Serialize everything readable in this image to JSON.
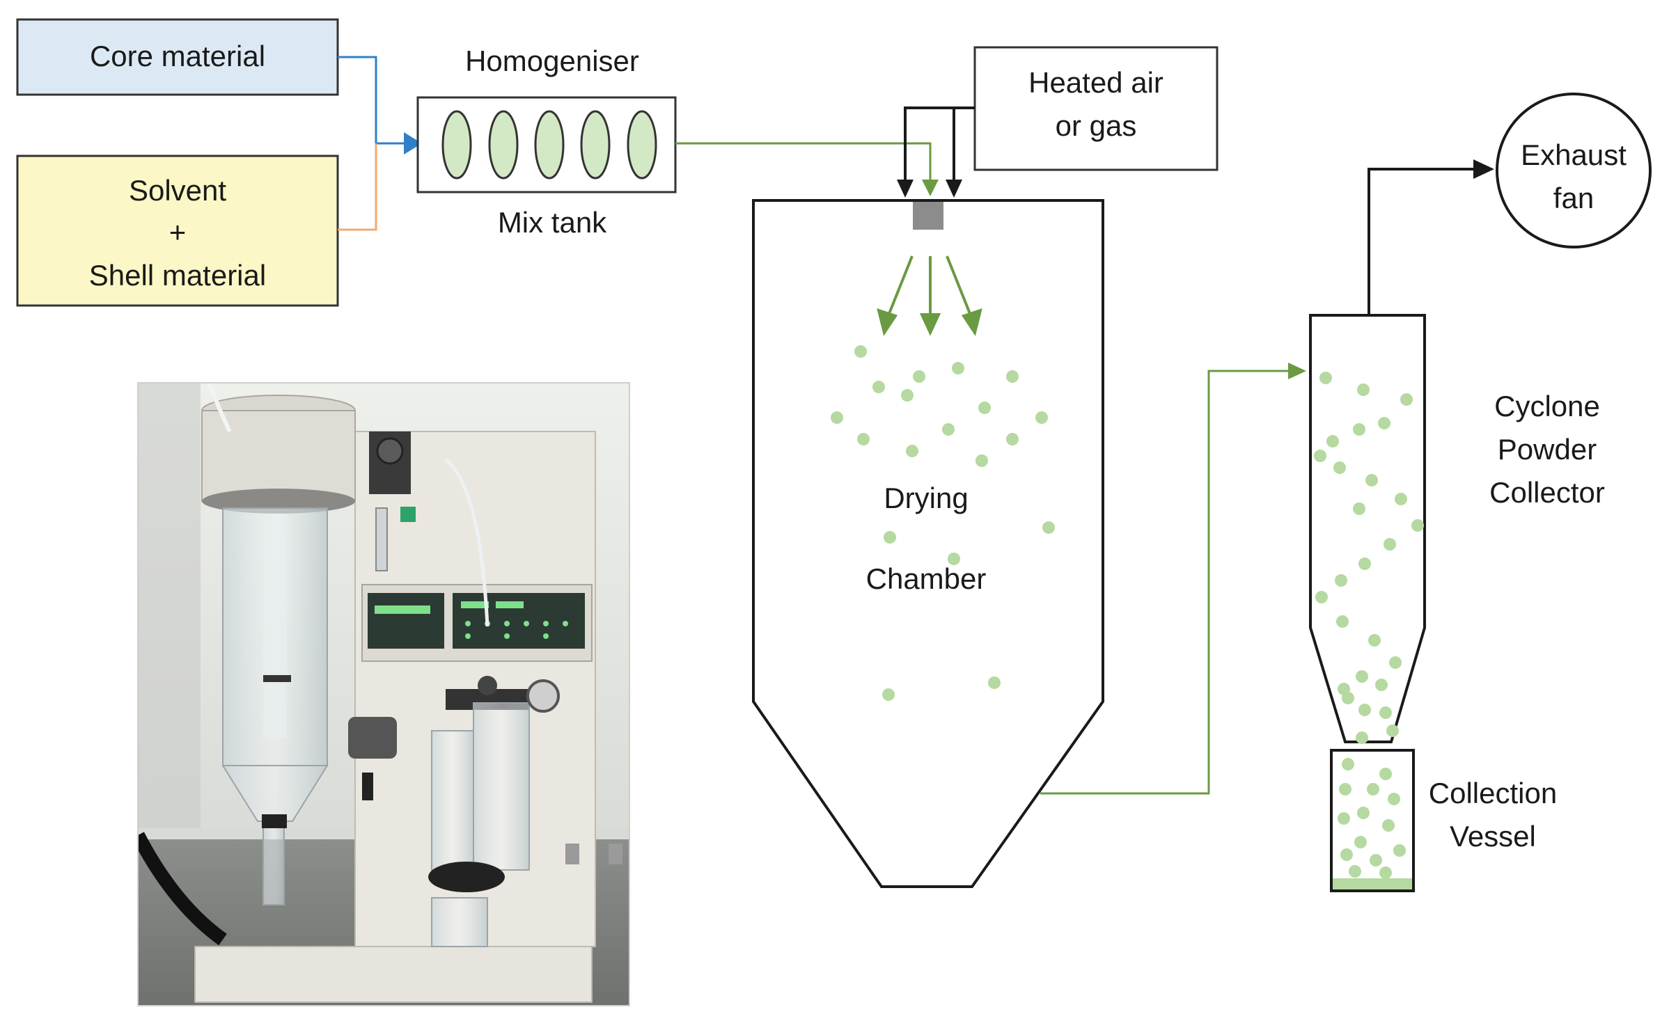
{
  "diagram": {
    "inputs": {
      "core_material": "Core material",
      "solvent": [
        "Solvent",
        "+",
        "Shell material"
      ]
    },
    "homogeniser": {
      "title": "Homogeniser",
      "subtitle": "Mix tank"
    },
    "heated_air": [
      "Heated air",
      "or gas"
    ],
    "drying_chamber": [
      "Drying",
      "Chamber"
    ],
    "cyclone": [
      "Cyclone",
      "Powder",
      "Collector"
    ],
    "collection_vessel": [
      "Collection",
      "Vessel"
    ],
    "exhaust_fan": [
      "Exhaust",
      "fan"
    ]
  },
  "colors": {
    "core_fill": "#dce9f5",
    "solvent_fill": "#fbf7c6",
    "droplet": "#b5d9a0",
    "flow_green": "#6a9a42",
    "flow_blue": "#2f80c8",
    "flow_orange": "#f2a870"
  }
}
